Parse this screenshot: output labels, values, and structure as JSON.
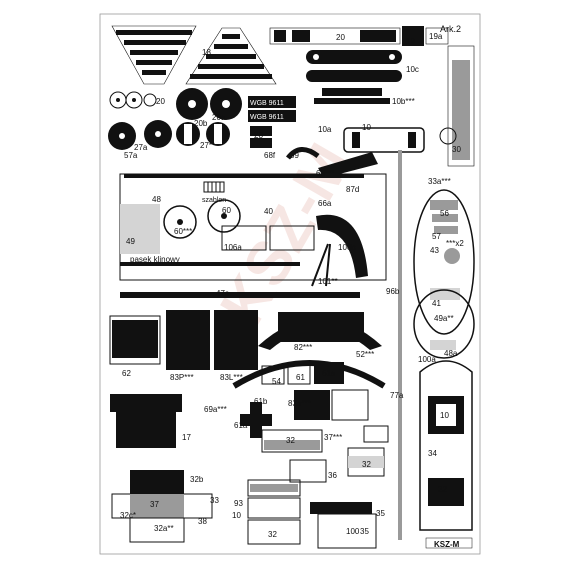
{
  "sheet": {
    "title": "Ark.2",
    "publisher": "KSZ-M"
  },
  "parts": [
    "20",
    "19",
    "19a",
    "18",
    "10c",
    "20",
    "20b",
    "20a",
    "10b***",
    "31",
    "28",
    "27a",
    "27**",
    "10a",
    "10",
    "57a",
    "59",
    "68f",
    "33a***",
    "30",
    "68***",
    "48",
    "60",
    "40",
    "87d",
    "66a",
    "49",
    "60***",
    "56",
    "106a",
    "57",
    "106b",
    "43",
    "***x2",
    "41",
    "47a",
    "101**",
    "96b",
    "49a**",
    "48a",
    "62",
    "82***",
    "52***",
    "100a",
    "83P***",
    "83L***",
    "54",
    "61",
    "61a",
    "77a",
    "69a***",
    "83a***",
    "61b",
    "10",
    "61a",
    "17",
    "32",
    "37***",
    "32b",
    "34",
    "37",
    "36",
    "32",
    "32c*",
    "33",
    "93",
    "32",
    "35",
    "32a**",
    "38",
    "35",
    "10",
    "32",
    "100"
  ],
  "labels": {
    "szablon": "szablon",
    "pasek": "pasek klinowy",
    "wgb1": "WGB 9611",
    "wgb2": "WGB 9611"
  },
  "colors": {
    "ink": "#111111",
    "gray": "#9a9a9a",
    "light": "#d4d4d4",
    "watermark": "#e8b9b0"
  }
}
